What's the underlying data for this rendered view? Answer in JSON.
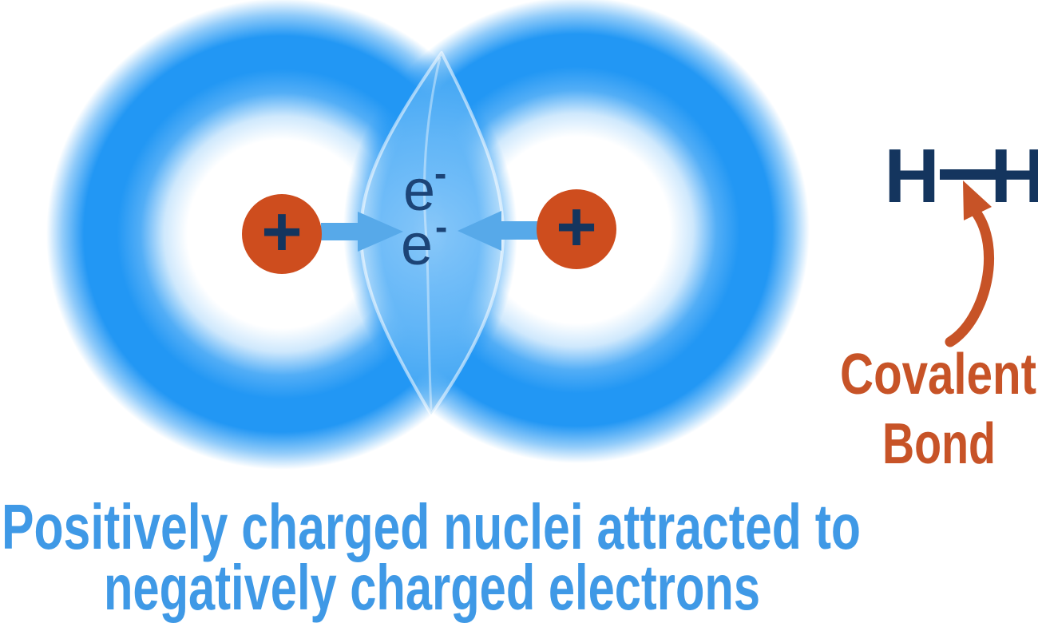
{
  "colors": {
    "cloud_blue": "#2297f4",
    "arrow_blue": "#57a9e9",
    "nucleus_orange": "#ce4d1e",
    "accent_orange": "#c75327",
    "navy": "#14355e",
    "electron_navy": "#1c4477",
    "caption_blue": "#3f99e6"
  },
  "nuclei": {
    "left_charge": "+",
    "right_charge": "+"
  },
  "electrons": {
    "top": {
      "symbol": "e",
      "charge": "-"
    },
    "bottom": {
      "symbol": "e",
      "charge": "-"
    }
  },
  "molecule": {
    "left_atom": "H",
    "right_atom": "H"
  },
  "bond_label": {
    "line1": "Covalent",
    "line2": "Bond"
  },
  "caption": {
    "line1": "Positively charged nuclei attracted to",
    "line2": "negatively charged electrons"
  }
}
